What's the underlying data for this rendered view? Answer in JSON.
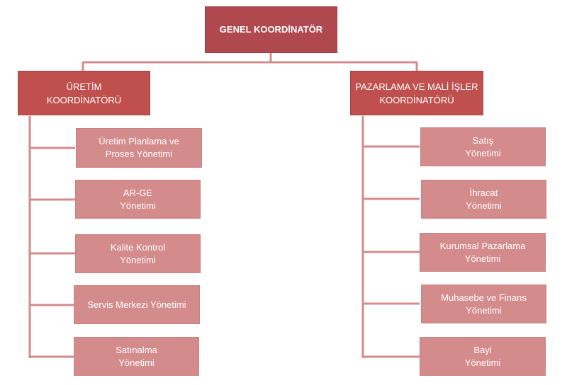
{
  "top": {
    "label": "GENEL KOORDİNATÖR"
  },
  "left": {
    "label": "ÜRETİM\nKOORDİNATÖRÜ",
    "units": [
      "Üretim Planlama ve\nProses Yönetimi",
      "AR-GE\nYönetimi",
      "Kalite Kontrol\nYönetimi",
      "Servis Merkezi Yönetimi",
      "Satınalma\nYönetimi"
    ]
  },
  "right": {
    "label": "PAZARLAMA VE MALİ İŞLER\nKOORDİNATÖRÜ",
    "units": [
      "Satış\nYönetimi",
      "İhracat\nYönetimi",
      "Kurumsal Pazarlama\nYönetimi",
      "Muhasebe ve Finans\nYönetimi",
      "Bayi\nYönetimi"
    ]
  },
  "colors": {
    "connector": "#d48b8c",
    "top": "#b04850",
    "coordinator": "#c0504d",
    "unit": "#d48b8c"
  }
}
